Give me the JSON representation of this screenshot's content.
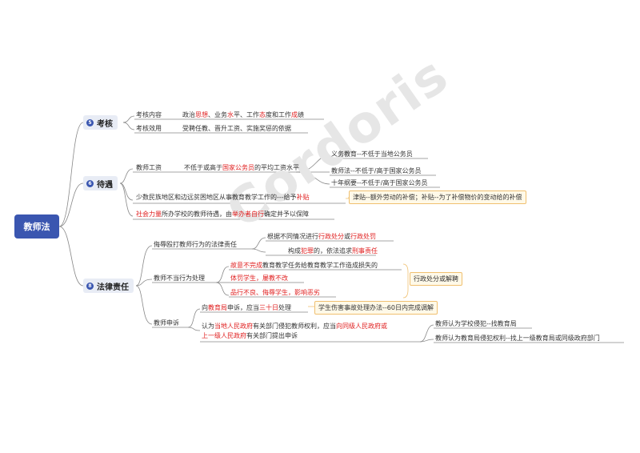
{
  "root": "教师法",
  "branches": {
    "kaohe": {
      "num": "5",
      "label": "考核"
    },
    "daiyu": {
      "num": "6",
      "label": "待遇"
    },
    "falv": {
      "num": "8",
      "label": "法律责任"
    }
  },
  "kaohe": {
    "content_label": "考核内容",
    "content": [
      "政治",
      "思想",
      "、业务",
      "水",
      "平、工作",
      "态",
      "度和工作",
      "成",
      "绩"
    ],
    "effect_label": "考核效用",
    "effect": "受聘任教、晋升工资、实施奖惩的依据"
  },
  "daiyu": {
    "salary_label": "教师工资",
    "salary": [
      "不低于或高于",
      "国家公务员",
      "的平均工资水平"
    ],
    "sub": [
      "义务教育--不低于当地公务员",
      "教师法--不低于/高于国家公务员",
      "十年纲要--不低于/高于国家公务员"
    ],
    "minority": [
      "少数民族地区和边远贫困地区从事教育教学工作的---给予",
      "补贴"
    ],
    "note": "津贴--额外劳动的补偿；补贴--为了补偿物价的变动给的补偿",
    "social": [
      "社会力量",
      "所办学校的教师待遇，由",
      "举办者自行",
      "确定并予以保障"
    ]
  },
  "falv": {
    "insult_label": "侮辱殴打教师行为的法律责任",
    "insult1": [
      "根据不同情况进行",
      "行政处分",
      "或",
      "行政处罚"
    ],
    "insult2": [
      "构成",
      "犯罪",
      "的，依法追求",
      "刑事责任"
    ],
    "improper_label": "教师不当行为处理",
    "improper1": [
      "故意不完成",
      "教育教学任务给教育教学工作造成损失的"
    ],
    "improper2": "体罚学生，屡教不改",
    "improper3": "品行不良、侮辱学生，影响恶劣",
    "improper_note": "行政处分或解聘",
    "appeal_label": "教师申诉",
    "appeal1": [
      "向",
      "教育局",
      "申诉，应当",
      "三十日",
      "处理"
    ],
    "appeal1_note": "学生伤害事故处理办法--60日内完成调解",
    "appeal2a": [
      "认为",
      "当地人民政府",
      "有关部门侵犯教师权利，应当",
      "向同级人民政府或"
    ],
    "appeal2b": [
      "上一级人民政府",
      "有关部门提出申诉"
    ],
    "appeal_sub": [
      "教师认为学校侵犯--找教育局",
      "教师认为教育局侵犯权利--找上一级教育局或同级政府部门"
    ]
  },
  "watermark": "Cordoris",
  "colors": {
    "accent": "#3a56b0",
    "highlight": "#e02020",
    "note_border": "#f0c070"
  }
}
